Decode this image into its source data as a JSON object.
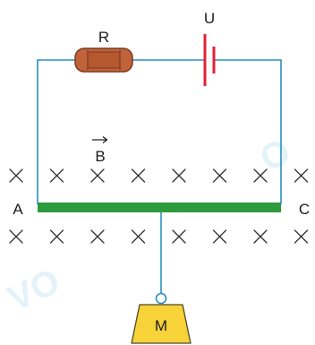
{
  "labels": {
    "resistor": "R",
    "battery": "U",
    "field": "B",
    "left_end": "A",
    "right_end": "C",
    "mass": "M"
  },
  "colors": {
    "wire": "#2a8fc0",
    "rod": "#2e9a3e",
    "battery": "#e0203a",
    "resistor_body": "#c0633a",
    "resistor_outline": "#7a3b1f",
    "mass_fill": "#f7d238",
    "mass_outline": "#4a4a2a",
    "cross": "#333333",
    "watermark": "#cfe8f5"
  },
  "field_marks": {
    "rows": 2,
    "columns": 8,
    "symbol": "cross-into-page"
  }
}
